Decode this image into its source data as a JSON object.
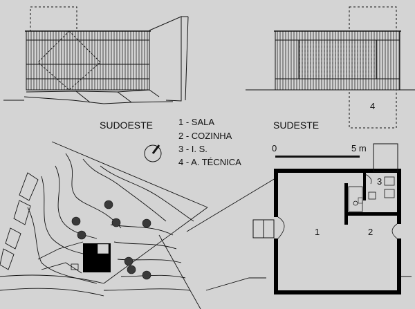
{
  "elevations": {
    "southwest_label": "SUDOESTE",
    "southeast_label": "SUDESTE",
    "technical_area_number": "4"
  },
  "legend": {
    "items": [
      "1 - SALA",
      "2 - COZINHA",
      "3 - I. S.",
      "4 - A. TÉCNICA"
    ]
  },
  "scale_bar": {
    "start_label": "0",
    "end_label": "5 m"
  },
  "plan": {
    "room_1": "1",
    "room_2": "2",
    "room_3": "3"
  },
  "colors": {
    "background": "#d4d4d4",
    "line": "#111111",
    "wall_fill": "#000000"
  },
  "icons": [
    "north-arrow-icon",
    "tree-icon"
  ]
}
